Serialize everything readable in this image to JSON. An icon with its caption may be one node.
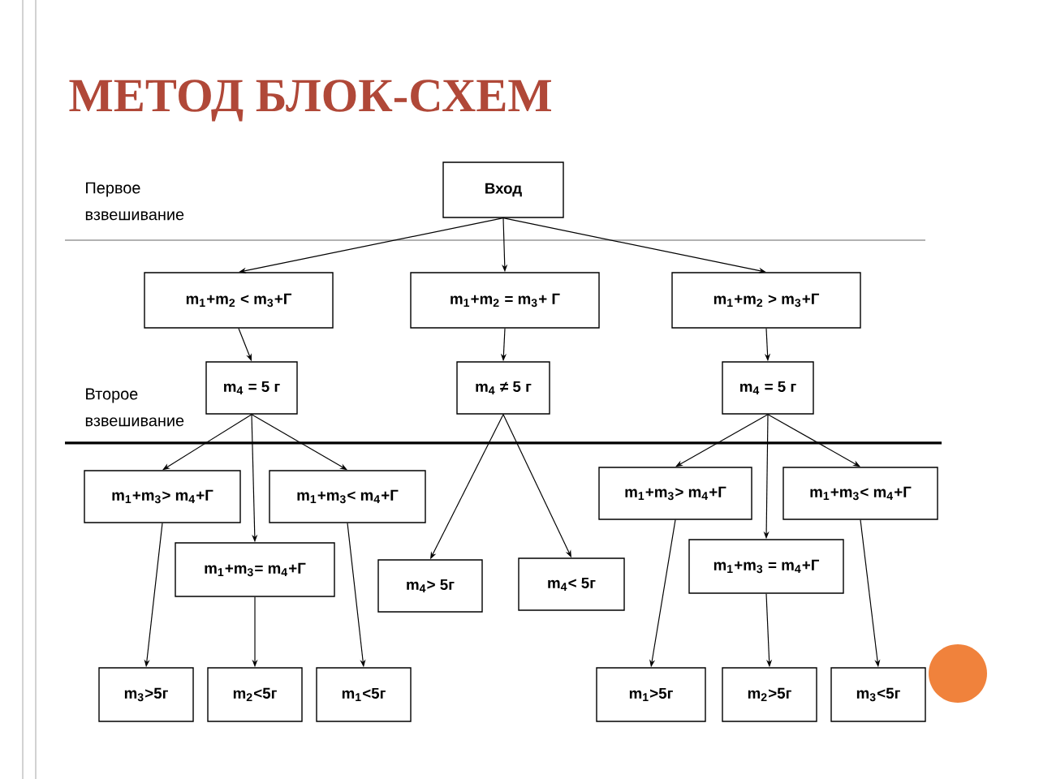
{
  "diagram": {
    "title": "МЕТОД БЛОК-СХЕМ",
    "nodes": [
      {
        "text": [
          "Вход"
        ]
      },
      {
        "text": [
          "m$_{1}$+m$_{2}$ < m$_{3}$+Г"
        ]
      },
      {
        "text": [
          "m$_{1}$+m$_{2}$ = m$_{3}$+ Г"
        ]
      },
      {
        "text": [
          "m$_{1}$+m$_{2}$ > m$_{3}$+Г"
        ]
      },
      {
        "text": [
          "m$_{4}$ = 5 г"
        ]
      },
      {
        "text": [
          "m$_{4}$ ≠ 5 г"
        ]
      },
      {
        "text": [
          "m$_{4}$ = 5 г"
        ]
      },
      {
        "text": [
          "m$_{1}$+m$_{3}$> m$_{4}$+Г"
        ]
      },
      {
        "text": [
          "m$_{1}$+m$_{3}$< m$_{4}$+Г"
        ]
      },
      {
        "text": [
          "m$_{1}$+m$_{3}$= m$_{4}$+Г"
        ]
      },
      {
        "text": [
          "m$_{4}$> 5г"
        ]
      },
      {
        "text": [
          "m$_{4}$< 5г"
        ]
      },
      {
        "text": [
          "m$_{1}$+m$_{3}$> m$_{4}$+Г"
        ]
      },
      {
        "text": [
          "m$_{1}$+m$_{3}$< m$_{4}$+Г"
        ]
      },
      {
        "text": [
          "m$_{1}$+m$_{3}$ = m$_{4}$+Г"
        ]
      },
      {
        "text": [
          "m$_{3}$>5г"
        ]
      },
      {
        "text": [
          "m$_{2}$<5г"
        ]
      },
      {
        "text": [
          "m$_{1}$<5г"
        ]
      },
      {
        "text": [
          "m$_{1}$>5г"
        ]
      },
      {
        "text": [
          "m$_{2}$>5г"
        ]
      },
      {
        "text": [
          "m$_{3}$<5г"
        ]
      }
    ],
    "edges": [
      {
        "from": 0,
        "to": 1,
        "arrow": "to"
      },
      {
        "from": 0,
        "to": 2,
        "arrow": "to"
      },
      {
        "from": 0,
        "to": 3,
        "arrow": "to"
      },
      {
        "from": 1,
        "to": 4,
        "arrow": "to"
      },
      {
        "from": 2,
        "to": 5,
        "arrow": "to"
      },
      {
        "from": 3,
        "to": 6,
        "arrow": "to"
      },
      {
        "from": 4,
        "to": 7,
        "arrow": "to"
      },
      {
        "from": 4,
        "to": 9,
        "arrow": "to"
      },
      {
        "from": 4,
        "to": 8,
        "arrow": "to"
      },
      {
        "from": 5,
        "to": 10,
        "arrow": "to"
      },
      {
        "from": 5,
        "to": 11,
        "arrow": "to"
      },
      {
        "from": 6,
        "to": 12,
        "arrow": "to"
      },
      {
        "from": 6,
        "to": 14,
        "arrow": "to"
      },
      {
        "from": 6,
        "to": 13,
        "arrow": "to"
      },
      {
        "from": 7,
        "to": 15,
        "arrow": "to"
      },
      {
        "from": 9,
        "to": 16,
        "arrow": "to"
      },
      {
        "from": 8,
        "to": 17,
        "arrow": "to"
      },
      {
        "from": 12,
        "to": 18,
        "arrow": "to"
      },
      {
        "from": 14,
        "to": 19,
        "arrow": "to"
      },
      {
        "from": 13,
        "to": 20,
        "arrow": "to"
      }
    ],
    "labels": [
      "Первое взвешивание",
      "Второе взвешивание"
    ]
  }
}
